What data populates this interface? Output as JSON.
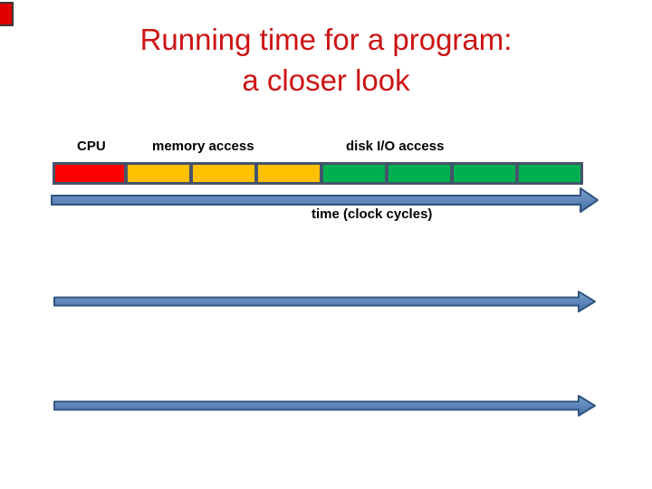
{
  "slide": {
    "title_line1": "Running time for a program:",
    "title_line2": "a closer look"
  },
  "labels": {
    "cpu": "CPU",
    "memory_access": "memory access",
    "disk_io_access": "disk I/O access",
    "time_axis": "time (clock cycles)"
  },
  "timeline": {
    "segments": [
      {
        "name": "cpu",
        "color": "#FF0000"
      },
      {
        "name": "memory-access",
        "color": "#FFC000"
      },
      {
        "name": "memory-access",
        "color": "#FFC000"
      },
      {
        "name": "memory-access",
        "color": "#FFC000"
      },
      {
        "name": "disk-io-access",
        "color": "#00B050"
      },
      {
        "name": "disk-io-access",
        "color": "#00B050"
      },
      {
        "name": "disk-io-access",
        "color": "#00B050"
      },
      {
        "name": "disk-io-access",
        "color": "#00B050"
      }
    ]
  },
  "colors": {
    "title_red": "#CC1414",
    "bar_border": "#44546A",
    "arrow_fill_top": "#7C9FD0",
    "arrow_fill_bottom": "#4470A6",
    "arrow_stroke": "#31547F",
    "corner_red": "#E00000"
  }
}
